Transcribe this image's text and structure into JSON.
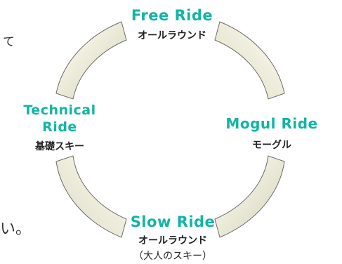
{
  "fragments": {
    "top_left": "て",
    "bottom_left": "い。"
  },
  "styles": {
    "Free Ride": {
      "en": "Free Ride",
      "jp": "オールラウンド"
    },
    "Mogul Ride": {
      "en": "Mogul Ride",
      "jp": "モーグル"
    },
    "Slow Ride": {
      "en": "Slow Ride",
      "jp": "オールラウンド",
      "jp_sub": "（大人のスキー）"
    },
    "Technical Ride": {
      "en_line1": "Technical",
      "en_line2": "Ride",
      "jp": "基礎スキー"
    }
  },
  "colors": {
    "accent": "#12b5a3",
    "ring_light": "#e9e8d6",
    "ring_dark": "#7b7b78"
  }
}
